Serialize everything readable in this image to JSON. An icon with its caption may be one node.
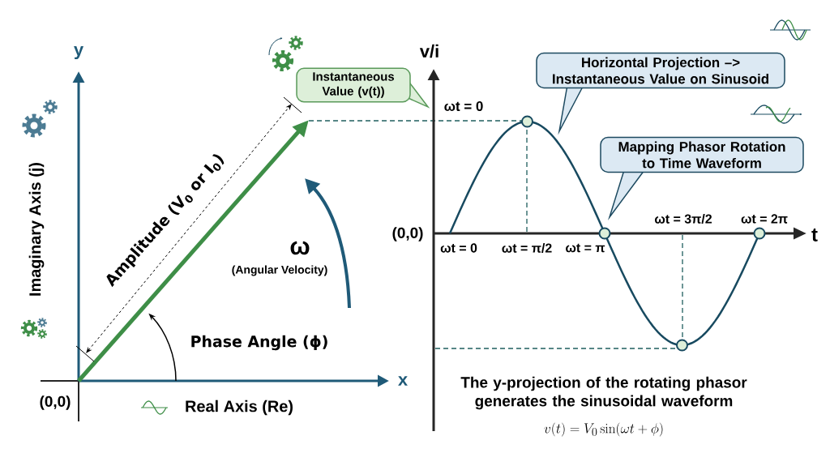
{
  "diagram": {
    "caption": "The y-projection of the rotating phasor generates the sinusoidal waveform",
    "nodes": [
      {
        "text": [
          "Instantaneous Value (v(t))"
        ]
      },
      {
        "text": [
          "Horizontal Projection –> Instantaneous Value on Sinusoid"
        ]
      },
      {
        "text": [
          "Mapping Phasor Rotation to Time Waveform"
        ]
      }
    ],
    "labels": [
      "y",
      "Imaginary Axis (j)",
      "Amplitude (V$_{0}$ or I$_{0}$)",
      "ω",
      "(Angular Velocity)",
      "Phase Angle (ϕ)",
      "x",
      "(0,0)",
      "Real Axis (Re)",
      "v/i",
      "ωt = 0",
      "(0,0)",
      "ωt = 0",
      "ωt = π/2",
      "ωt = π",
      "ωt = 3π/2",
      "ωt = 2π",
      "t",
      "v(t) = V_0 \\sin(\\omega t + \\phi)"
    ]
  }
}
